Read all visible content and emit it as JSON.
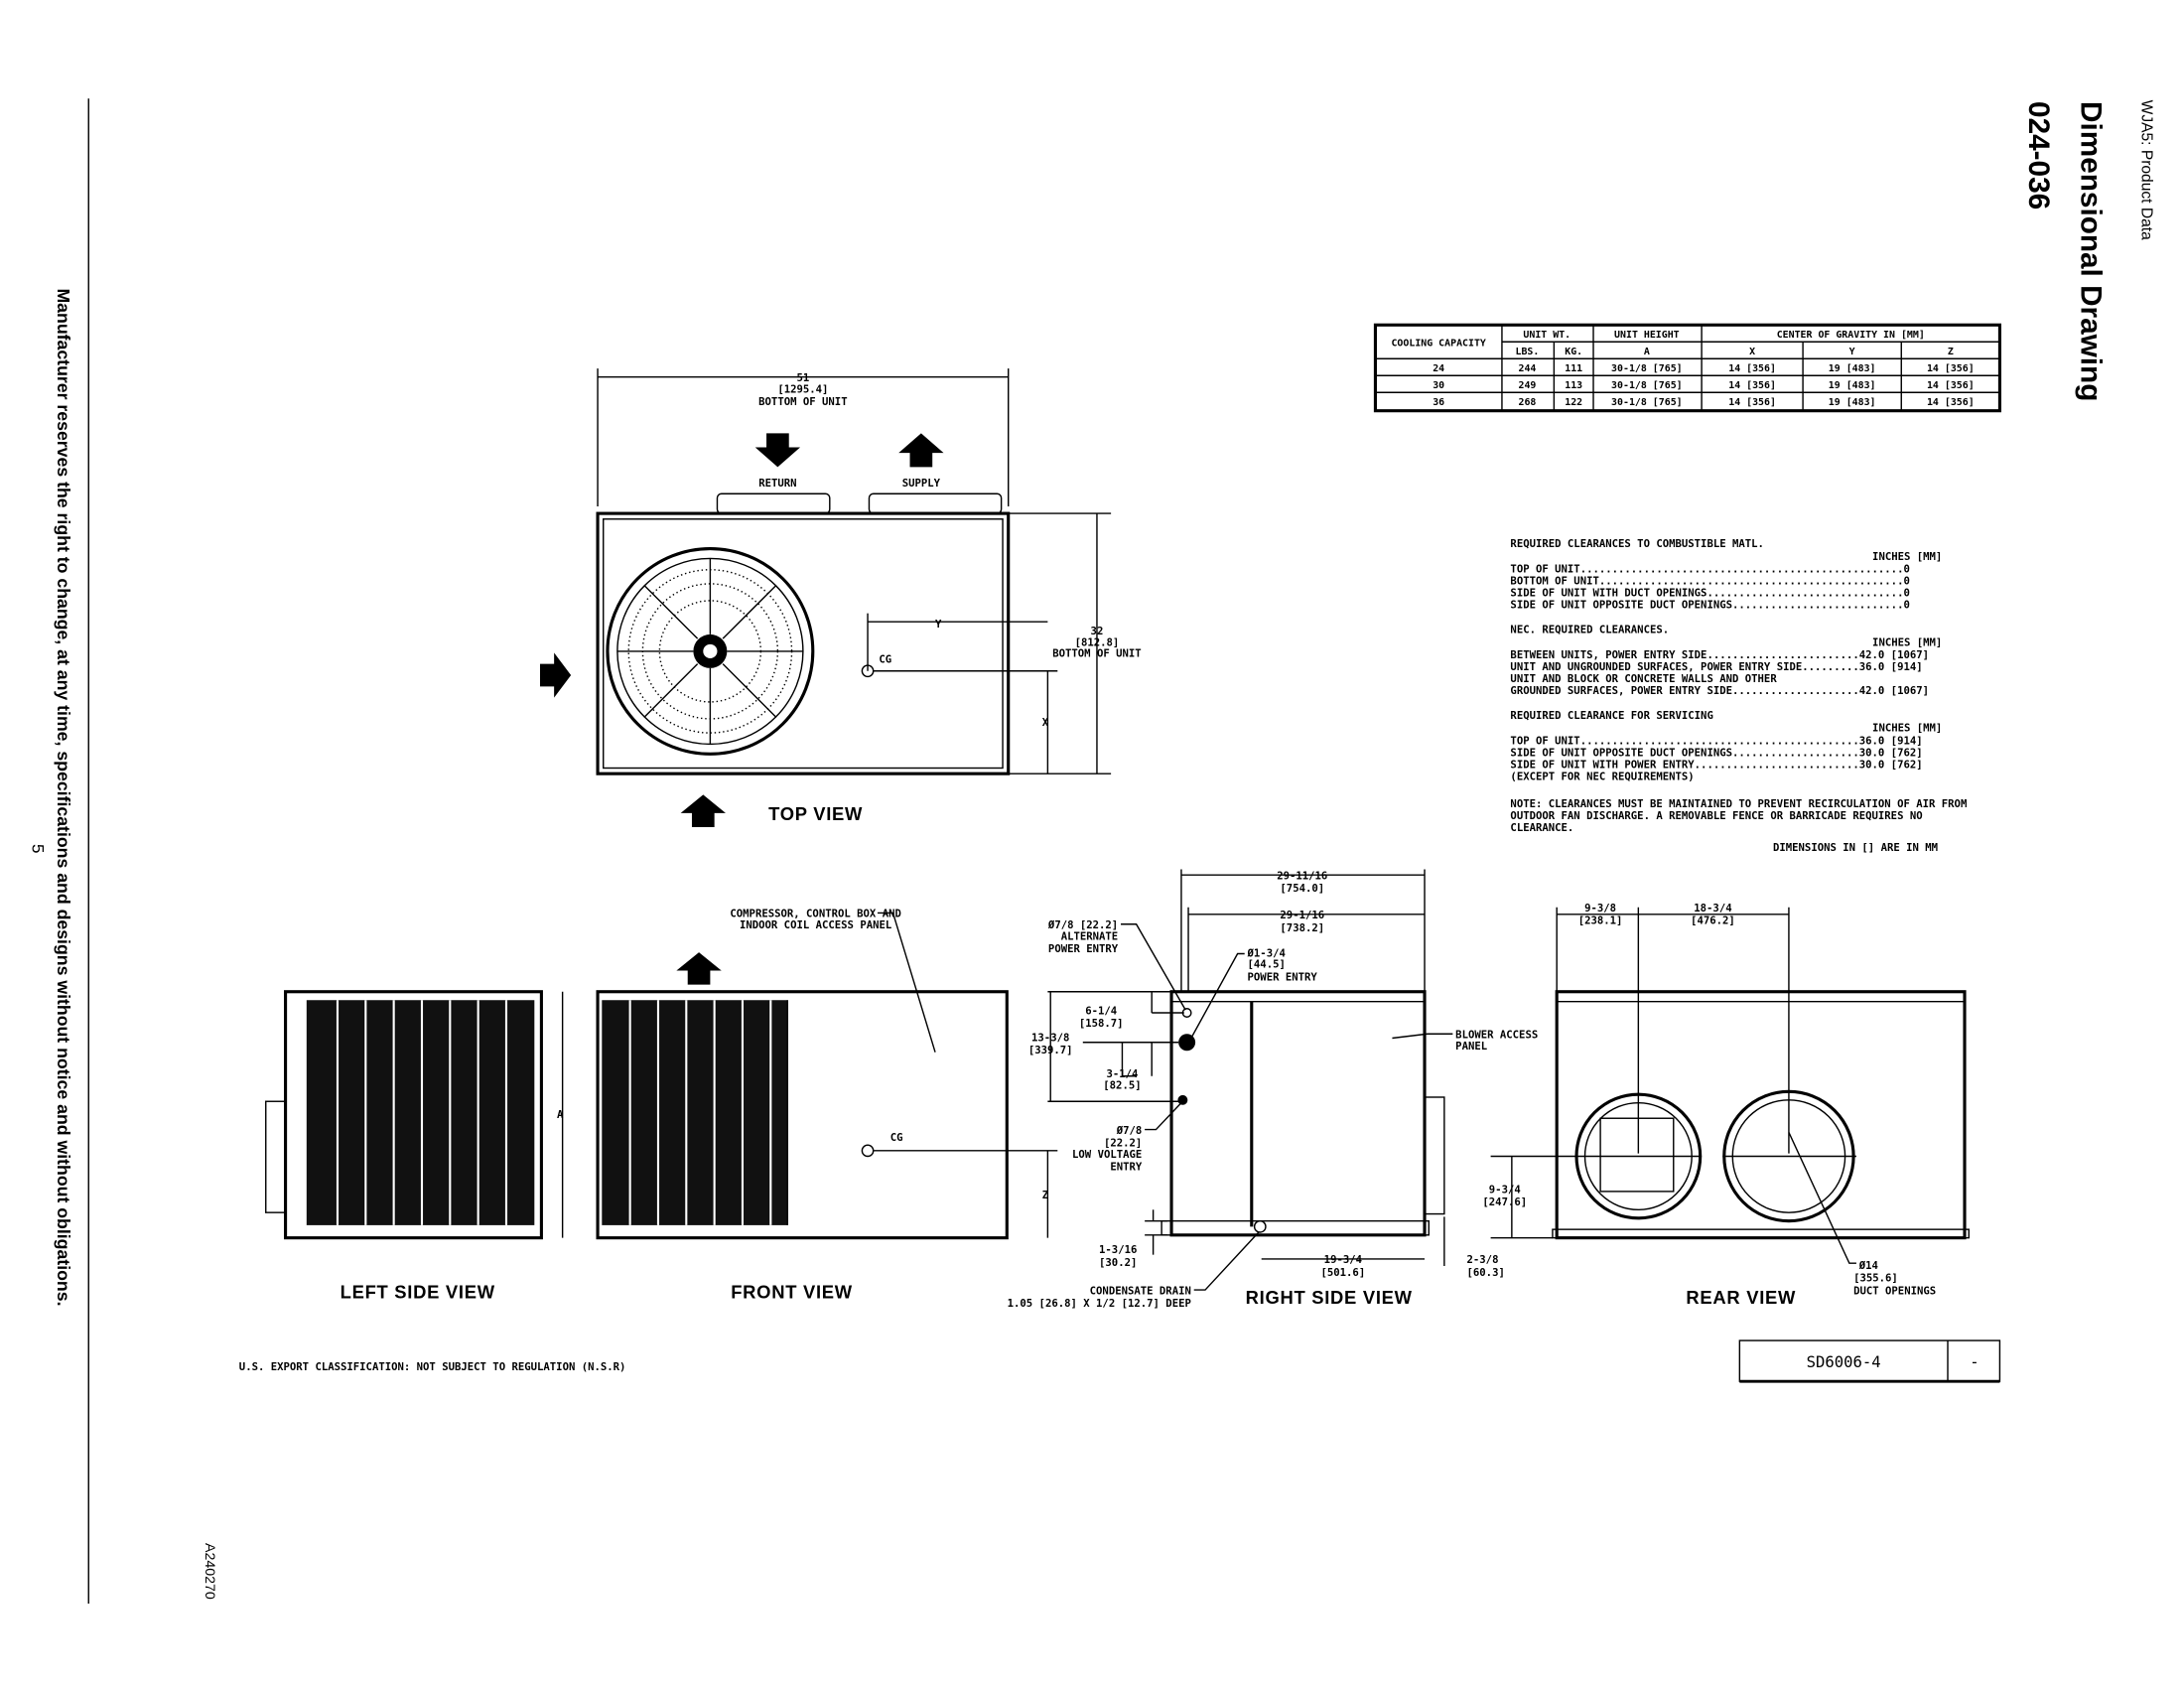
{
  "header": {
    "product": "WJA5: Product Data",
    "title": "Dimensional Drawing",
    "models": "024-036"
  },
  "sidebar": {
    "disclaimer": "Manufacturer reserves the right to change, at any time, specifications and designs without notice and without obligations.",
    "page_number": "5",
    "doc_code": "A240270"
  },
  "table": {
    "headers": {
      "capacity": "COOLING CAPACITY",
      "unit_wt": "UNIT WT.",
      "lbs": "LBS.",
      "kg": "KG.",
      "unit_height": "UNIT HEIGHT",
      "a": "A",
      "cg": "CENTER OF GRAVITY IN [MM]",
      "x": "X",
      "y": "Y",
      "z": "Z"
    },
    "rows": [
      [
        "24",
        "244",
        "111",
        "30-1/8 [765]",
        "14 [356]",
        "19 [483]",
        "14 [356]"
      ],
      [
        "30",
        "249",
        "113",
        "30-1/8 [765]",
        "14 [356]",
        "19 [483]",
        "14 [356]"
      ],
      [
        "36",
        "268",
        "122",
        "30-1/8 [765]",
        "14 [356]",
        "19 [483]",
        "14 [356]"
      ]
    ]
  },
  "clearances": {
    "combustible": {
      "title": "REQUIRED CLEARANCES TO COMBUSTIBLE MATL.",
      "units": "INCHES [MM]",
      "lines": [
        "TOP OF UNIT...................................................0",
        "BOTTOM OF UNIT................................................0",
        "SIDE OF UNIT WITH DUCT OPENINGS...............................0",
        "SIDE OF UNIT OPPOSITE DUCT OPENINGS...........................0"
      ]
    },
    "nec": {
      "title": "NEC. REQUIRED CLEARANCES.",
      "units": "INCHES [MM]",
      "lines": [
        "BETWEEN UNITS, POWER ENTRY SIDE........................42.0 [1067]",
        "UNIT AND UNGROUNDED SURFACES, POWER ENTRY SIDE.........36.0 [914]",
        "UNIT AND BLOCK OR CONCRETE WALLS AND OTHER",
        "GROUNDED SURFACES, POWER ENTRY SIDE....................42.0 [1067]"
      ]
    },
    "servicing": {
      "title": "REQUIRED CLEARANCE FOR SERVICING",
      "units": "INCHES [MM]",
      "lines": [
        "TOP OF UNIT............................................36.0 [914]",
        "SIDE OF UNIT OPPOSITE DUCT OPENINGS....................30.0 [762]",
        "SIDE OF UNIT WITH POWER ENTRY..........................30.0 [762]",
        "(EXCEPT FOR NEC REQUIREMENTS)"
      ]
    },
    "note": [
      "NOTE: CLEARANCES MUST BE MAINTAINED TO PREVENT RECIRCULATION OF AIR FROM",
      "      OUTDOOR FAN DISCHARGE. A REMOVABLE FENCE OR BARRICADE REQUIRES NO",
      "      CLEARANCE."
    ],
    "dims_note": "DIMENSIONS IN [] ARE IN MM"
  },
  "top_view": {
    "label": "TOP VIEW",
    "width_dim": [
      "51",
      "[1295.4]",
      "BOTTOM OF UNIT"
    ],
    "depth_dim": [
      "32",
      "[812.8]",
      "BOTTOM OF UNIT"
    ],
    "return": "RETURN",
    "supply": "SUPPLY",
    "cg": "CG",
    "y": "Y",
    "x": "X"
  },
  "left_view": {
    "label": "LEFT SIDE VIEW"
  },
  "front_view": {
    "label": "FRONT VIEW",
    "panel_note": [
      "COMPRESSOR, CONTROL BOX AND",
      "INDOOR COIL ACCESS PANEL"
    ],
    "cg": "CG",
    "a": "A",
    "z": "Z"
  },
  "right_view": {
    "label": "RIGHT SIDE VIEW",
    "dims": {
      "overall": [
        "29-11/16",
        "[754.0]"
      ],
      "inner": [
        "29-1/16",
        "[738.2]"
      ],
      "d1": [
        "6-1/4",
        "[158.7]"
      ],
      "d2": [
        "13-3/8",
        "[339.7]"
      ],
      "d3": [
        "3-1/4",
        "[82.5]"
      ],
      "d4": [
        "1-3/16",
        "[30.2]"
      ],
      "d5": [
        "19-3/4",
        "[501.6]"
      ],
      "d6": [
        "2-3/8",
        "[60.3]"
      ]
    },
    "alt_power": [
      "Ø7/8 [22.2]",
      "ALTERNATE",
      "POWER ENTRY"
    ],
    "power": [
      "Ø1-3/4",
      "[44.5]",
      "POWER ENTRY"
    ],
    "low_voltage": [
      "Ø7/8",
      "[22.2]",
      "LOW VOLTAGE",
      "ENTRY"
    ],
    "blower": [
      "BLOWER ACCESS",
      "PANEL"
    ],
    "drain": [
      "CONDENSATE DRAIN",
      "1.05 [26.8] X 1/2 [12.7] DEEP"
    ]
  },
  "rear_view": {
    "label": "REAR VIEW",
    "dims": {
      "left": [
        "9-3/8",
        "[238.1]"
      ],
      "spacing": [
        "18-3/4",
        "[476.2]"
      ],
      "height": [
        "9-3/4",
        "[247.6]"
      ]
    },
    "duct": [
      "Ø14",
      "[355.6]",
      "DUCT OPENINGS"
    ]
  },
  "footer": {
    "export": "U.S. EXPORT CLASSIFICATION: NOT SUBJECT TO REGULATION (N.S.R)",
    "drawing_no": "SD6006-4",
    "revision": "-"
  }
}
